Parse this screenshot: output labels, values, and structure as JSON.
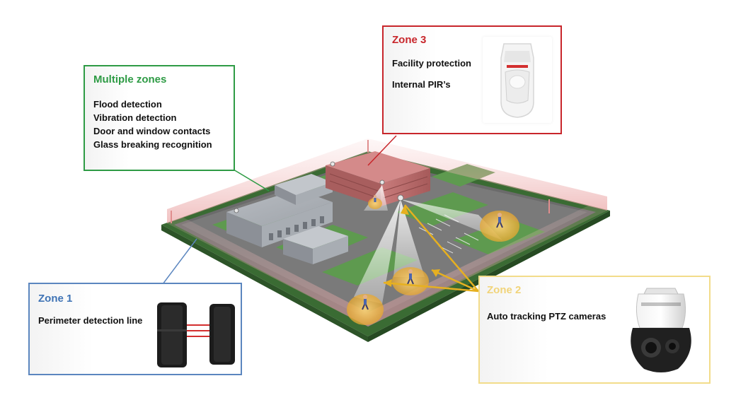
{
  "zones": {
    "multiple": {
      "title": "Multiple zones",
      "color": "#2e9b45",
      "items": [
        "Flood detection",
        "Vibration detection",
        "Door and window contacts",
        "Glass breaking recognition"
      ]
    },
    "zone3": {
      "title": "Zone 3",
      "color": "#c8262b",
      "items": [
        "Facility protection",
        "Internal PIR’s"
      ]
    },
    "zone1": {
      "title": "Zone 1",
      "color": "#3f73b5",
      "items": [
        "Perimeter detection line"
      ]
    },
    "zone2": {
      "title": "Zone 2",
      "color": "#f1d47a",
      "items": [
        "Auto tracking PTZ cameras"
      ]
    }
  },
  "icons": {
    "pir": "pir-motion-sensor-icon",
    "beam": "infrared-beam-detector-icon",
    "ptz": "ptz-dome-camera-icon"
  }
}
